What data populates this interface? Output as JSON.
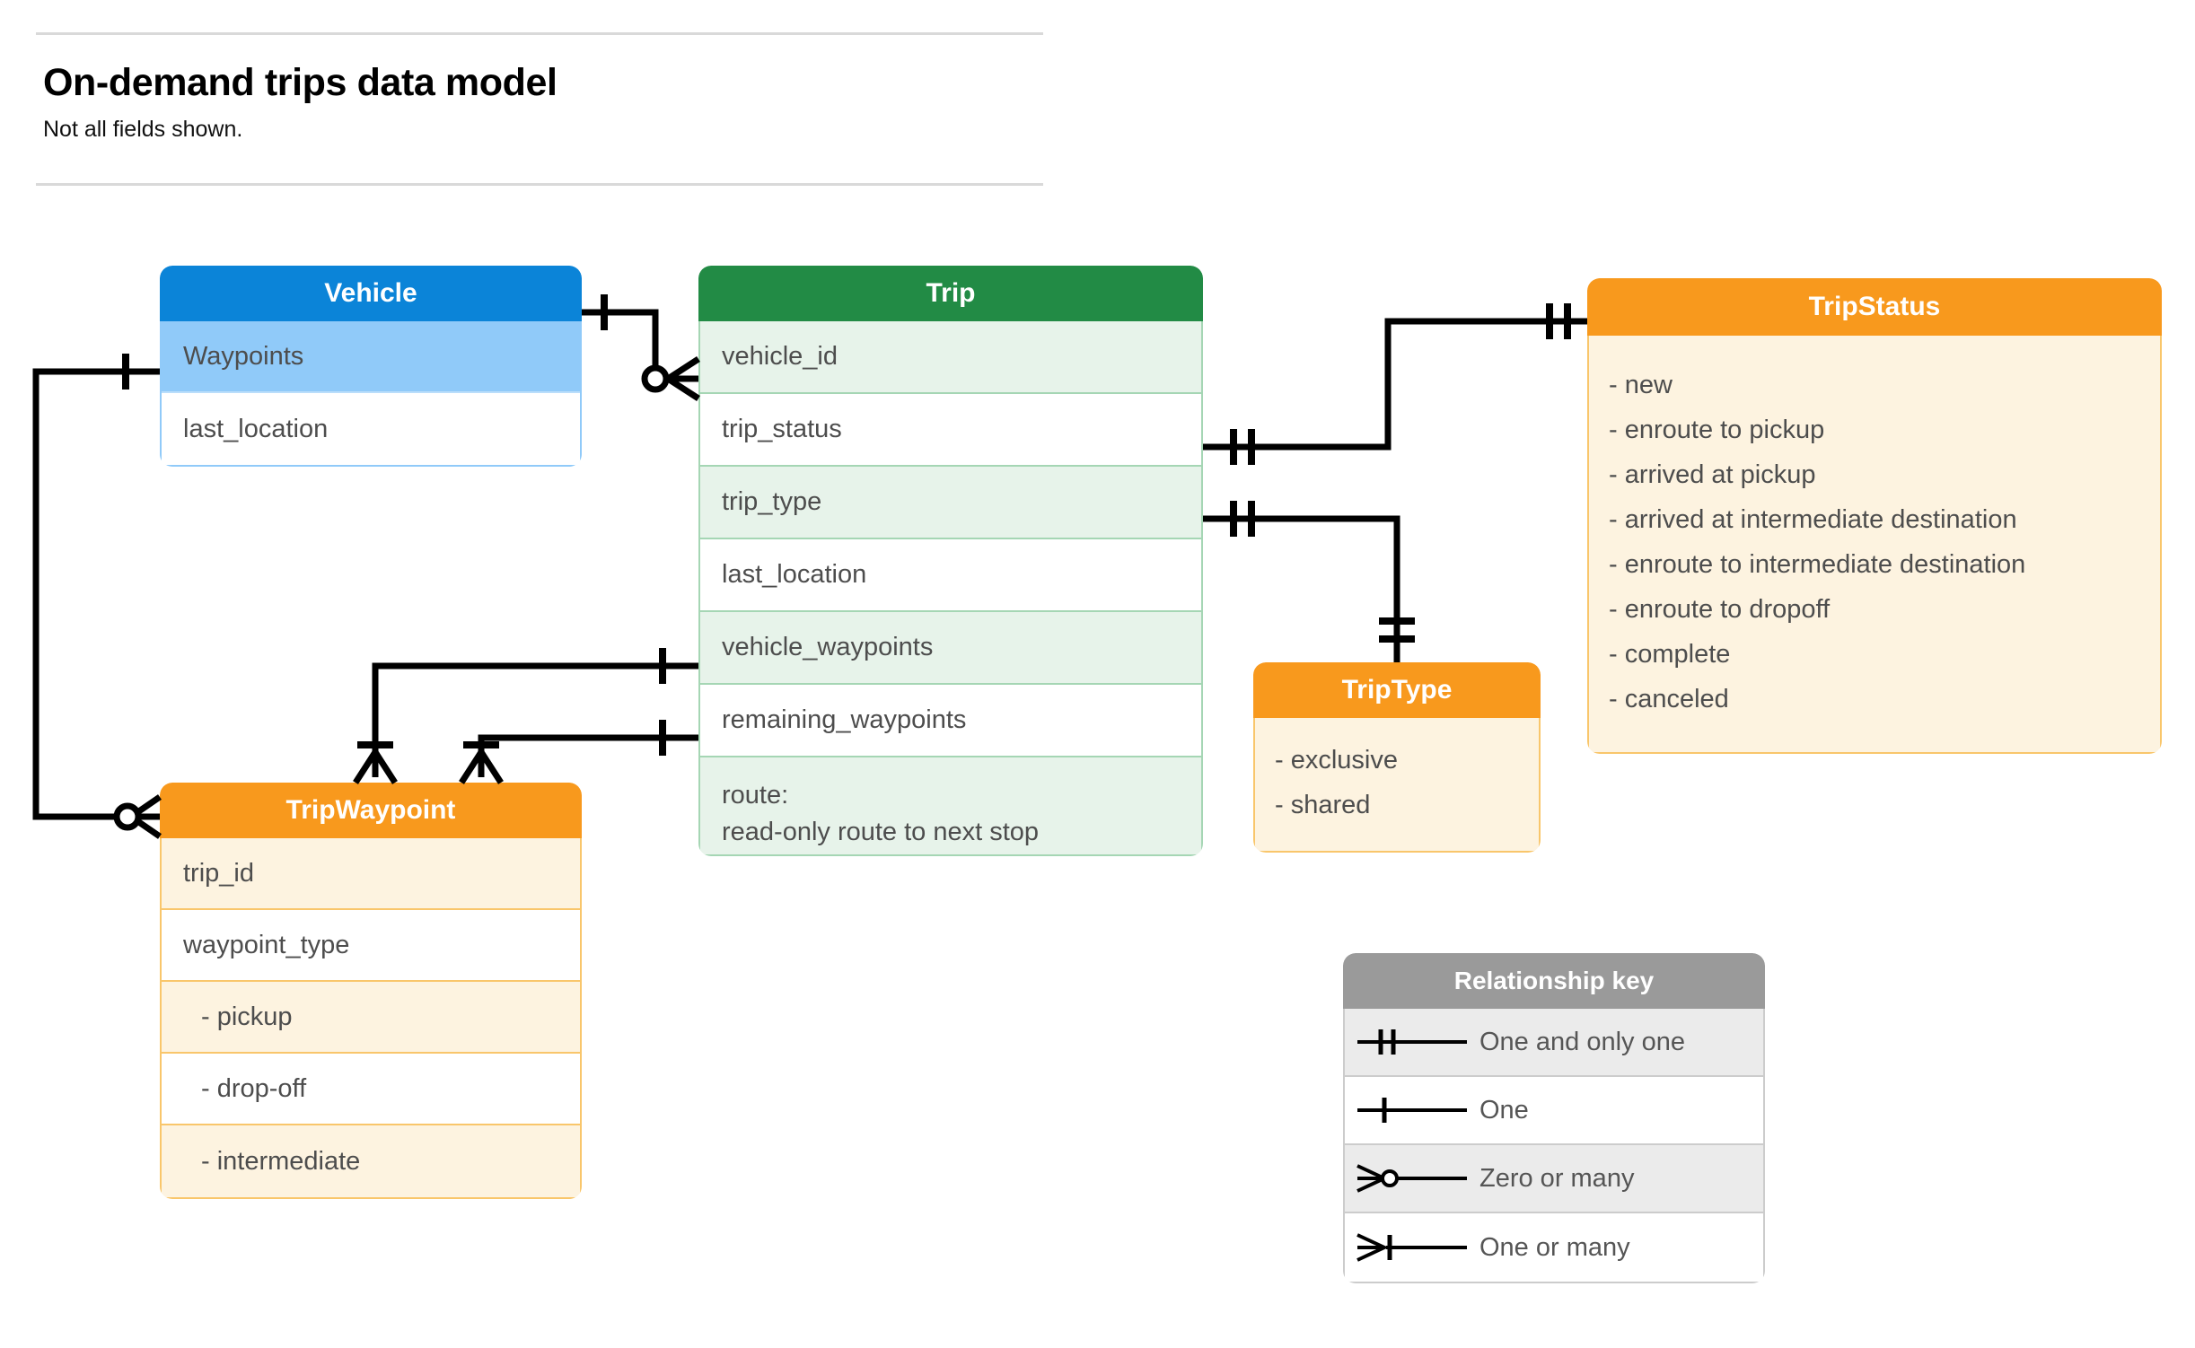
{
  "header": {
    "title": "On-demand trips data model",
    "subtitle": "Not all fields shown."
  },
  "entities": {
    "vehicle": {
      "name": "Vehicle",
      "color": "#0b84d8",
      "fields": [
        "Waypoints",
        "last_location"
      ]
    },
    "trip": {
      "name": "Trip",
      "color": "#228b45",
      "fields": [
        "vehicle_id",
        "trip_status",
        "trip_type",
        "last_location",
        "vehicle_waypoints",
        "remaining_waypoints"
      ],
      "route_label": "route:",
      "route_note": "read-only route to next stop"
    },
    "trip_status": {
      "name": "TripStatus",
      "color": "#f8991d",
      "values": [
        "- new",
        "- enroute to pickup",
        "- arrived at pickup",
        "- arrived at intermediate destination",
        "- enroute to intermediate destination",
        "- enroute to dropoff",
        "- complete",
        "- canceled"
      ]
    },
    "trip_type": {
      "name": "TripType",
      "color": "#f8991d",
      "values": [
        "- exclusive",
        "- shared"
      ]
    },
    "trip_waypoint": {
      "name": "TripWaypoint",
      "color": "#f8991d",
      "fields": [
        "trip_id",
        "waypoint_type"
      ],
      "waypoint_types": [
        "-  pickup",
        "-  drop-off",
        "-  intermediate"
      ]
    }
  },
  "legend": {
    "title": "Relationship key",
    "rows": [
      {
        "symbol": "one-and-only-one",
        "label": "One and only one"
      },
      {
        "symbol": "one",
        "label": "One"
      },
      {
        "symbol": "zero-or-many",
        "label": "Zero or many"
      },
      {
        "symbol": "one-or-many",
        "label": "One or many"
      }
    ]
  }
}
